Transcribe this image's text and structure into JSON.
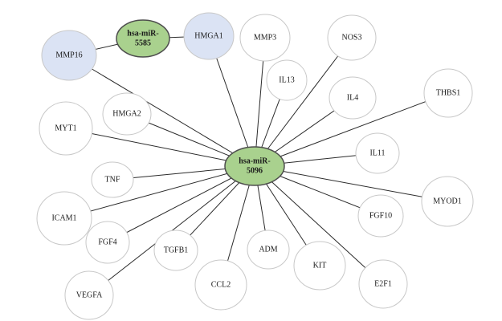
{
  "colors": {
    "background": "#ffffff",
    "gene_fill": "#ffffff",
    "gene_stroke": "#c8c8c8",
    "highlight_fill": "#dbe3f4",
    "mirna_fill": "#a9d18e",
    "mirna_stroke": "#4d4d4d",
    "edge": "#2b2b2b"
  },
  "network": {
    "mirnas": [
      {
        "id": "mir5585",
        "label_lines": [
          "hsa-miR-",
          "5585"
        ]
      },
      {
        "id": "mir5096",
        "label_lines": [
          "hsa-miR-",
          "5096"
        ]
      }
    ],
    "genes": [
      {
        "id": "MMP16",
        "label": "MMP16",
        "highlight": true
      },
      {
        "id": "HMGA1",
        "label": "HMGA1",
        "highlight": true
      },
      {
        "id": "MMP3",
        "label": "MMP3",
        "highlight": false
      },
      {
        "id": "NOS3",
        "label": "NOS3",
        "highlight": false
      },
      {
        "id": "IL13",
        "label": "IL13",
        "highlight": false
      },
      {
        "id": "IL4",
        "label": "IL4",
        "highlight": false
      },
      {
        "id": "THBS1",
        "label": "THBS1",
        "highlight": false
      },
      {
        "id": "MYT1",
        "label": "MYT1",
        "highlight": false
      },
      {
        "id": "HMGA2",
        "label": "HMGA2",
        "highlight": false
      },
      {
        "id": "IL11",
        "label": "IL11",
        "highlight": false
      },
      {
        "id": "TNF",
        "label": "TNF",
        "highlight": false
      },
      {
        "id": "MYOD1",
        "label": "MYOD1",
        "highlight": false
      },
      {
        "id": "ICAM1",
        "label": "ICAM1",
        "highlight": false
      },
      {
        "id": "FGF10",
        "label": "FGF10",
        "highlight": false
      },
      {
        "id": "FGF4",
        "label": "FGF4",
        "highlight": false
      },
      {
        "id": "TGFB1",
        "label": "TGFB1",
        "highlight": false
      },
      {
        "id": "ADM",
        "label": "ADM",
        "highlight": false
      },
      {
        "id": "KIT",
        "label": "KIT",
        "highlight": false
      },
      {
        "id": "E2F1",
        "label": "E2F1",
        "highlight": false
      },
      {
        "id": "CCL2",
        "label": "CCL2",
        "highlight": false
      },
      {
        "id": "VEGFA",
        "label": "VEGFA",
        "highlight": false
      }
    ],
    "edges": [
      [
        "mir5585",
        "MMP16"
      ],
      [
        "mir5585",
        "HMGA1"
      ],
      [
        "mir5096",
        "MMP16"
      ],
      [
        "mir5096",
        "HMGA1"
      ],
      [
        "mir5096",
        "MMP3"
      ],
      [
        "mir5096",
        "NOS3"
      ],
      [
        "mir5096",
        "IL13"
      ],
      [
        "mir5096",
        "IL4"
      ],
      [
        "mir5096",
        "THBS1"
      ],
      [
        "mir5096",
        "MYT1"
      ],
      [
        "mir5096",
        "HMGA2"
      ],
      [
        "mir5096",
        "IL11"
      ],
      [
        "mir5096",
        "TNF"
      ],
      [
        "mir5096",
        "MYOD1"
      ],
      [
        "mir5096",
        "ICAM1"
      ],
      [
        "mir5096",
        "FGF10"
      ],
      [
        "mir5096",
        "FGF4"
      ],
      [
        "mir5096",
        "TGFB1"
      ],
      [
        "mir5096",
        "ADM"
      ],
      [
        "mir5096",
        "KIT"
      ],
      [
        "mir5096",
        "E2F1"
      ],
      [
        "mir5096",
        "CCL2"
      ],
      [
        "mir5096",
        "VEGFA"
      ]
    ]
  }
}
